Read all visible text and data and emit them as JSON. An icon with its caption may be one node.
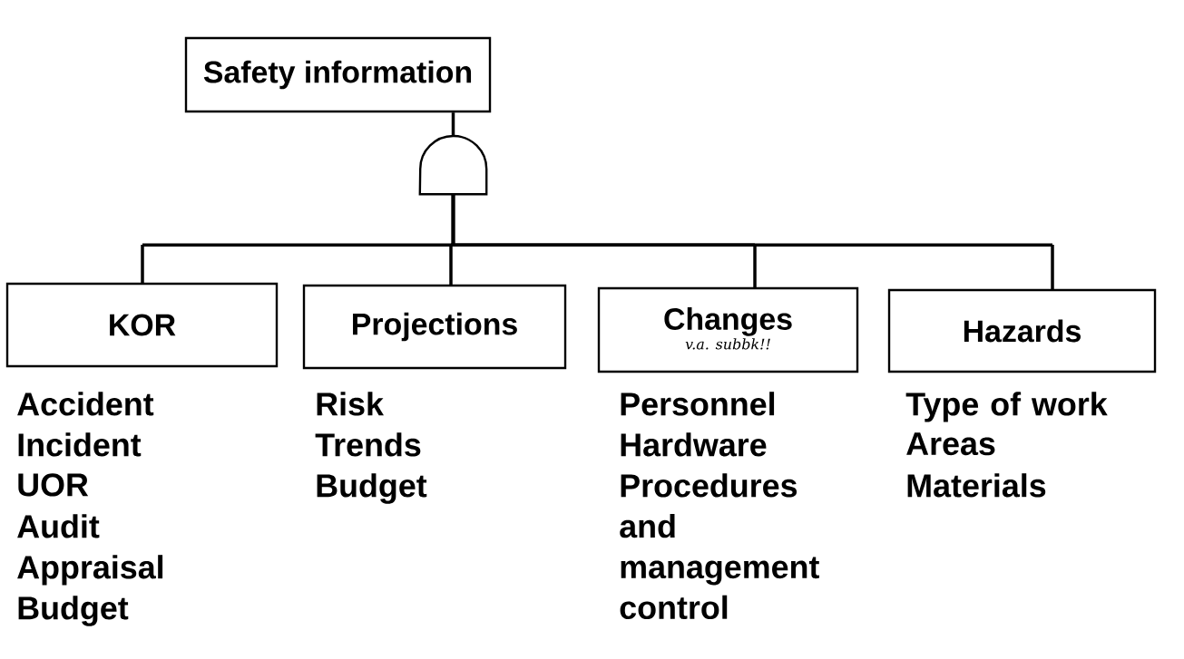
{
  "diagram": {
    "nodes": [
      {
        "text": [
          "Safety information"
        ]
      },
      {
        "text": [],
        "shape": "gate"
      },
      {
        "text": [
          "KOR"
        ],
        "beside": [
          "Accident",
          "Incident",
          "UOR",
          "Audit",
          "Appraisal",
          "Budget"
        ]
      },
      {
        "text": [
          "Projections"
        ],
        "beside": [
          "Risk",
          "Trends",
          "Budget"
        ]
      },
      {
        "text": [
          "Changes",
          "v.a. subbk!!"
        ],
        "beside": [
          "Personnel",
          "Hardware",
          "Procedures and management control"
        ]
      },
      {
        "text": [
          "Hazards"
        ],
        "beside": [
          "Type of work",
          "Areas",
          "Materials"
        ]
      }
    ],
    "edges": [
      {
        "from": 0,
        "to": 1,
        "arrow": "none"
      },
      {
        "from": 1,
        "to": 2,
        "arrow": "none"
      },
      {
        "from": 1,
        "to": 3,
        "arrow": "none"
      },
      {
        "from": 1,
        "to": 4,
        "arrow": "none"
      },
      {
        "from": 1,
        "to": 5,
        "arrow": "none"
      }
    ]
  }
}
